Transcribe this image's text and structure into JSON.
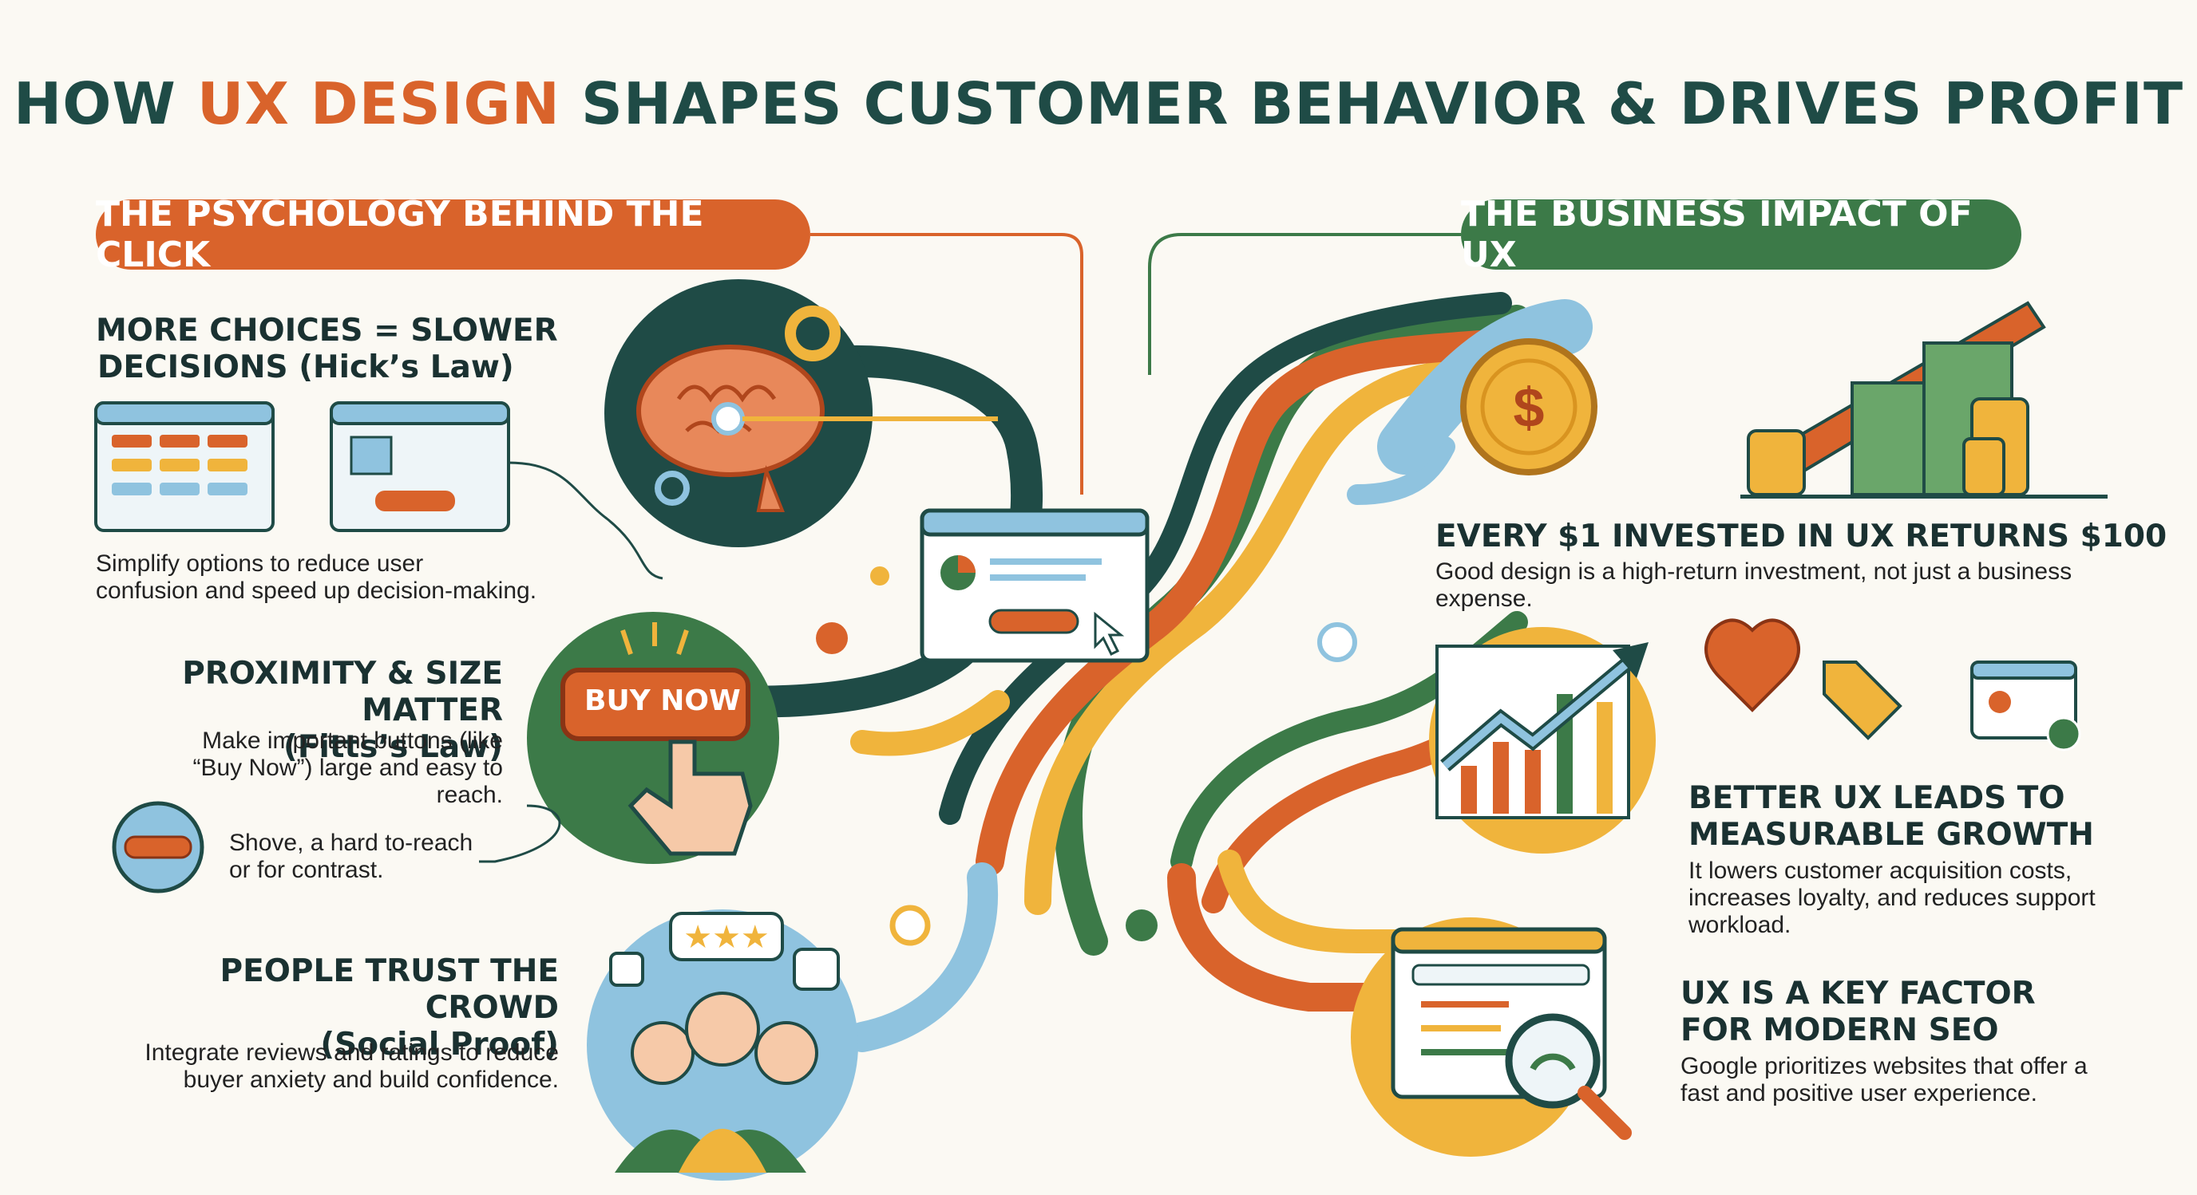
{
  "title": {
    "prefix": "HOW ",
    "accent": "UX DESIGN",
    "suffix": " SHAPES CUSTOMER BEHAVIOR & DRIVES PROFIT"
  },
  "left_section": {
    "label": "THE PSYCHOLOGY BEHIND THE CLICK",
    "items": [
      {
        "heading_line1": "MORE CHOICES = SLOWER",
        "heading_line2": "DECISIONS (Hick’s Law)",
        "desc_line1": "Simplify options to reduce user",
        "desc_line2": "confusion and speed up decision-making."
      },
      {
        "heading_line1": "PROXIMITY & SIZE MATTER",
        "heading_line2": "(Fitts’s Law)",
        "desc_line1": "Make important buttons (like",
        "desc_line2": "“Buy Now”) large and easy to reach.",
        "note_line1": "Shove, a hard to-reach",
        "note_line2": "or for contrast.",
        "button_label": "BUY NOW"
      },
      {
        "heading_line1": "PEOPLE TRUST THE CROWD",
        "heading_line2": "(Social Proof)",
        "desc_line1": "Integrate reviews and ratings to reduce",
        "desc_line2": "buyer anxiety and build confidence."
      }
    ]
  },
  "right_section": {
    "label": "THE BUSINESS IMPACT OF UX",
    "items": [
      {
        "heading_line1": "EVERY $1 INVESTED IN UX RETURNS $100",
        "desc_line1": "Good design is a high-return investment, not just a business",
        "desc_line2": "expense."
      },
      {
        "heading_line1": "BETTER UX LEADS TO",
        "heading_line2": "MEASURABLE GROWTH",
        "desc_line1": "It lowers customer acquisition costs,",
        "desc_line2": "increases loyalty, and reduces support",
        "desc_line3": "workload."
      },
      {
        "heading_line1": "UX IS A KEY FACTOR",
        "heading_line2": "FOR MODERN SEO",
        "desc_line1": "Google prioritizes websites that offer a",
        "desc_line2": "fast and positive user experience."
      }
    ]
  },
  "icons": [
    "brain-icon",
    "gear-icon",
    "browser-window-icon",
    "cursor-icon",
    "buy-now-button-icon",
    "hand-pointer-icon",
    "crowd-icon",
    "star-rating-icon",
    "thumbs-up-icon",
    "coin-dollar-icon",
    "money-stack-icon",
    "growth-chart-icon",
    "heart-icon",
    "price-tag-icon",
    "profile-card-icon",
    "checkmark-icon",
    "search-magnifier-icon",
    "speedometer-icon"
  ],
  "colors": {
    "orange": "#d9632b",
    "green": "#3c7a48",
    "dark_teal": "#1f4b46",
    "yellow": "#f0b43c",
    "light_blue": "#8fc3df"
  }
}
